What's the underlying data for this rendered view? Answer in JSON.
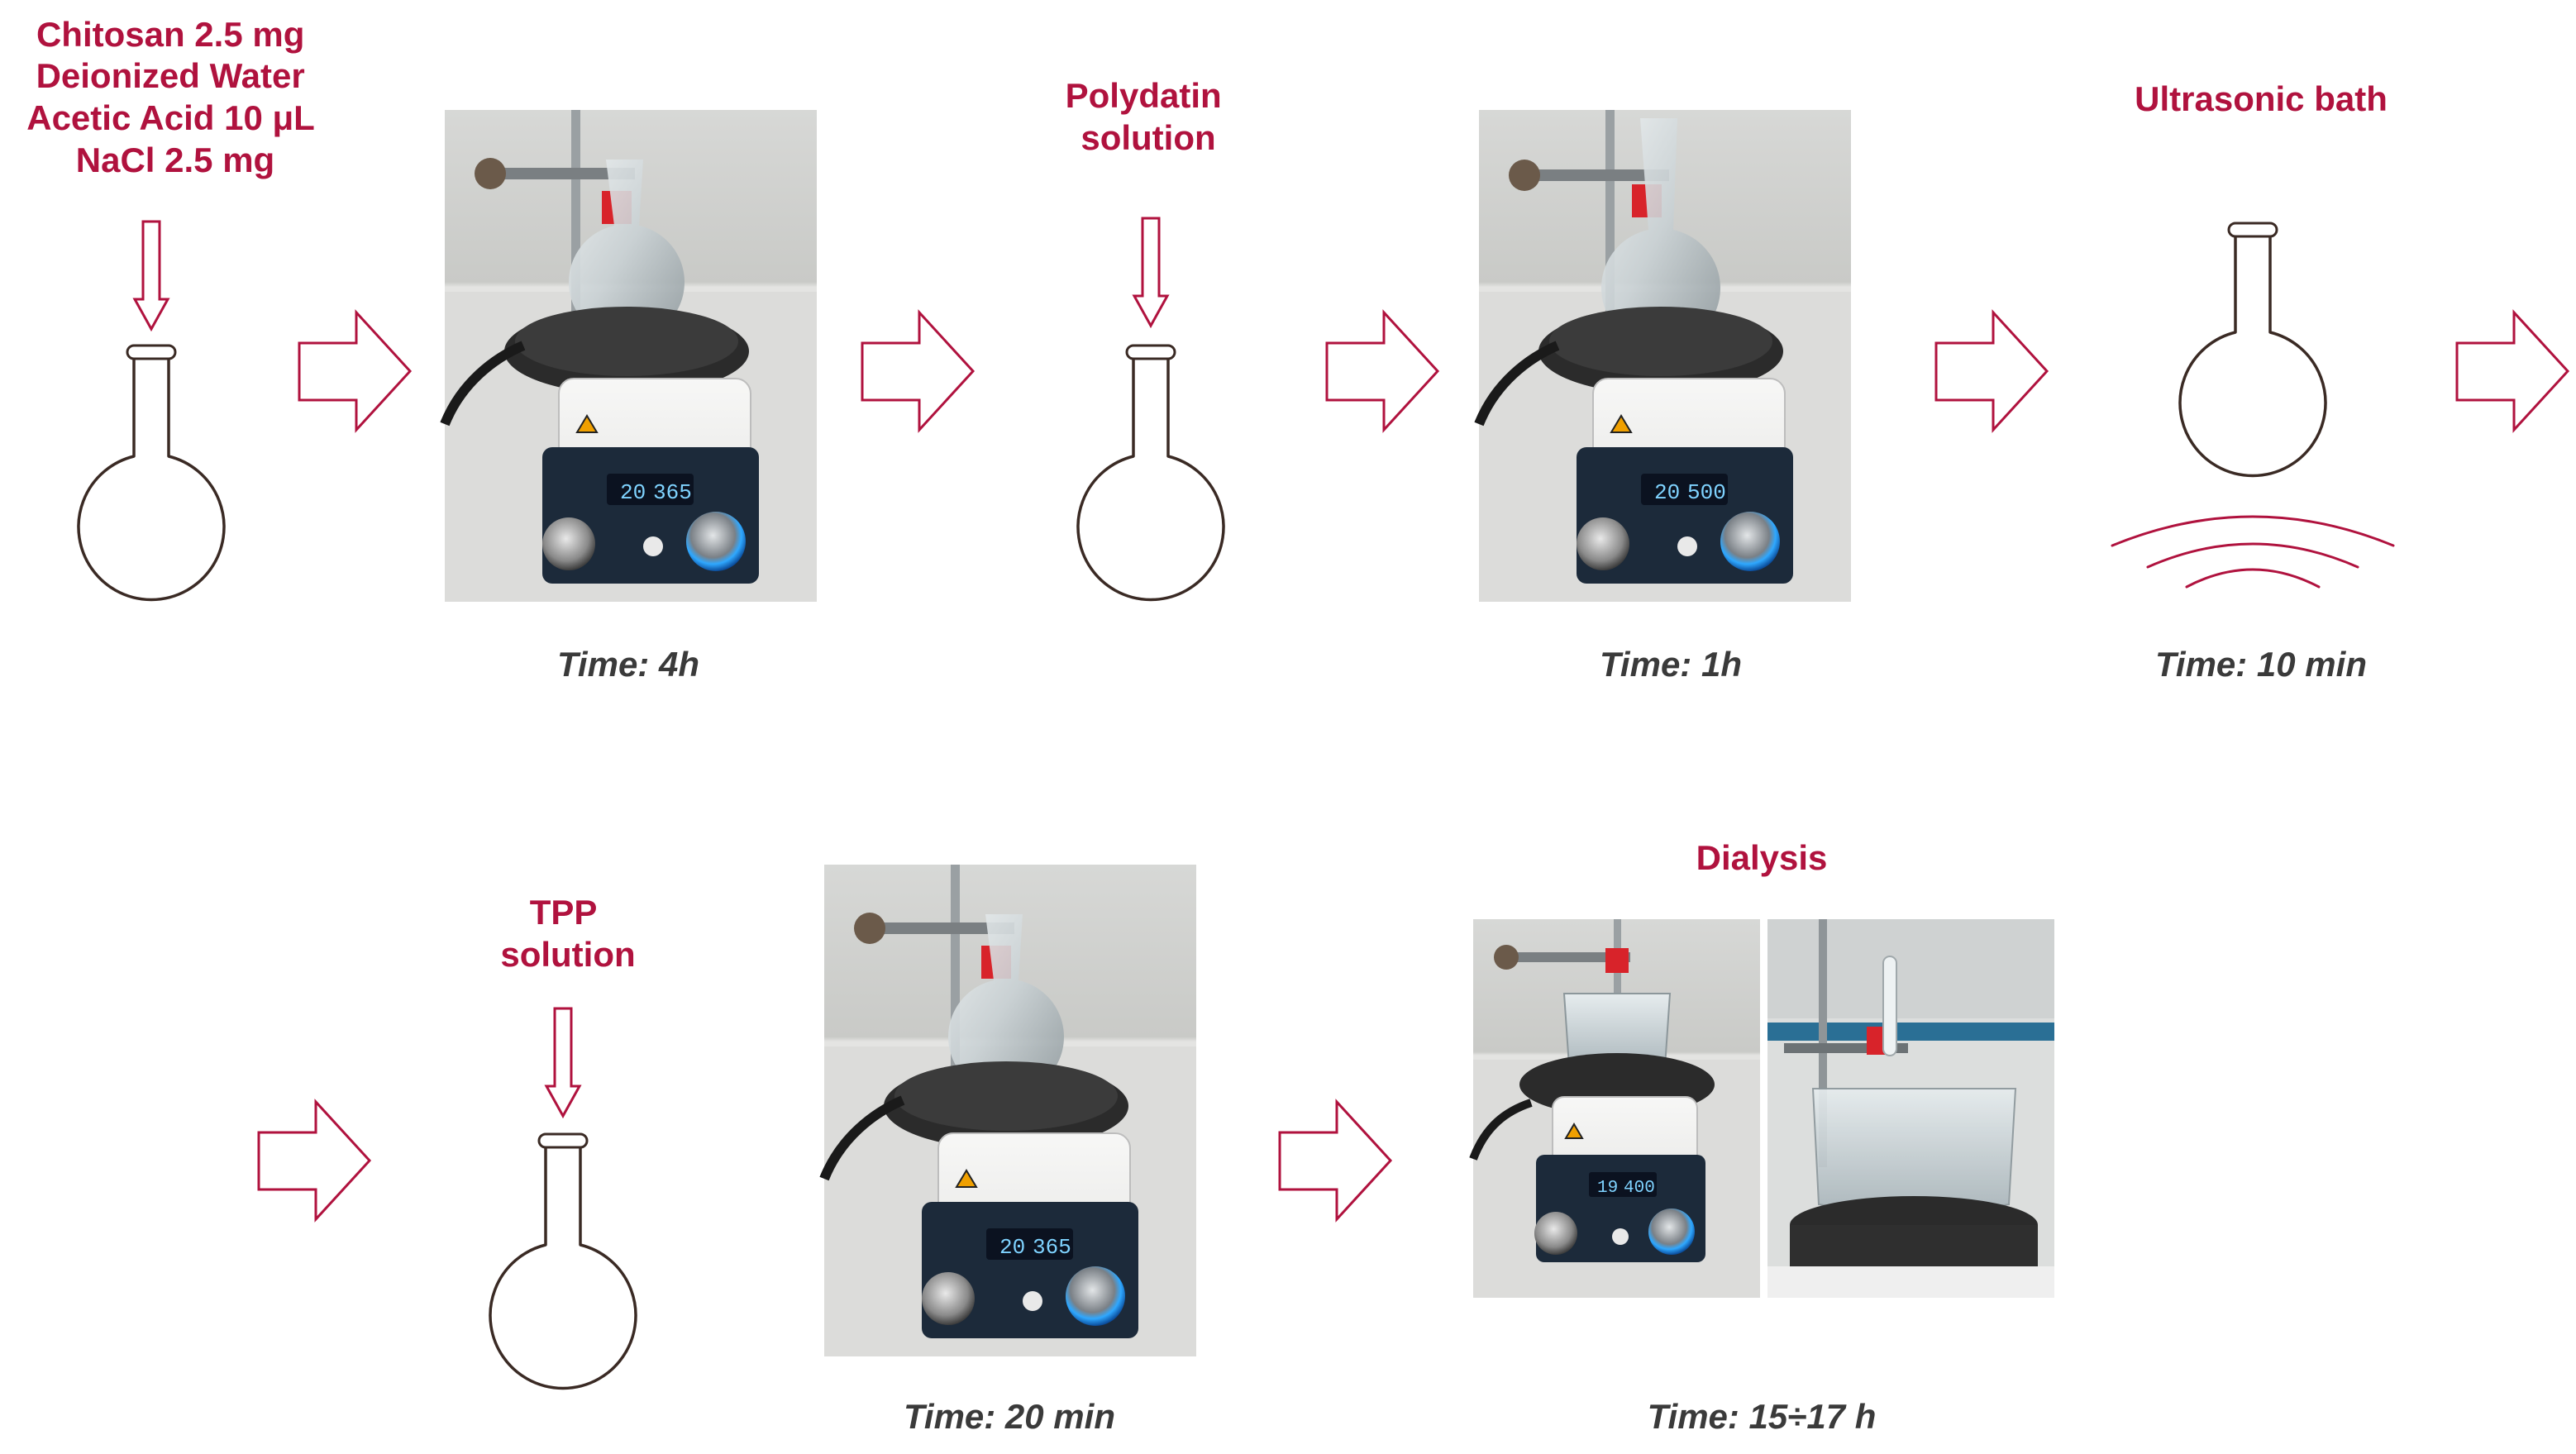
{
  "colors": {
    "accent": "#b0123e",
    "time_text": "#3a3a3a",
    "flask_outline": "#3a2a24"
  },
  "labels": {
    "ingredients": [
      "Chitosan 2.5 mg",
      "Deionized Water",
      "Acetic Acid 10 μL",
      "NaCl 2.5 mg"
    ],
    "polydatin": [
      "Polydatin",
      "solution"
    ],
    "ultrasonic": "Ultrasonic bath",
    "tpp": [
      "TPP",
      "solution"
    ],
    "dialysis": "Dialysis"
  },
  "times": {
    "step1": "Time: 4h",
    "step2": "Time: 1h",
    "step3": "Time: 10 min",
    "step4": "Time: 20 min",
    "step5": "Time: 15÷17 h"
  },
  "stirrer_displays": {
    "photo1": [
      "20",
      "365"
    ],
    "photo2": [
      "20",
      "500"
    ],
    "photo3": [
      "20",
      "365"
    ],
    "photo4": [
      "19",
      "400"
    ]
  },
  "icons": {
    "flask": "round-bottom-flask-icon",
    "arrow": "right-arrow-icon",
    "down": "down-arrow-icon",
    "waves": "ultrasonic-waves-icon"
  }
}
